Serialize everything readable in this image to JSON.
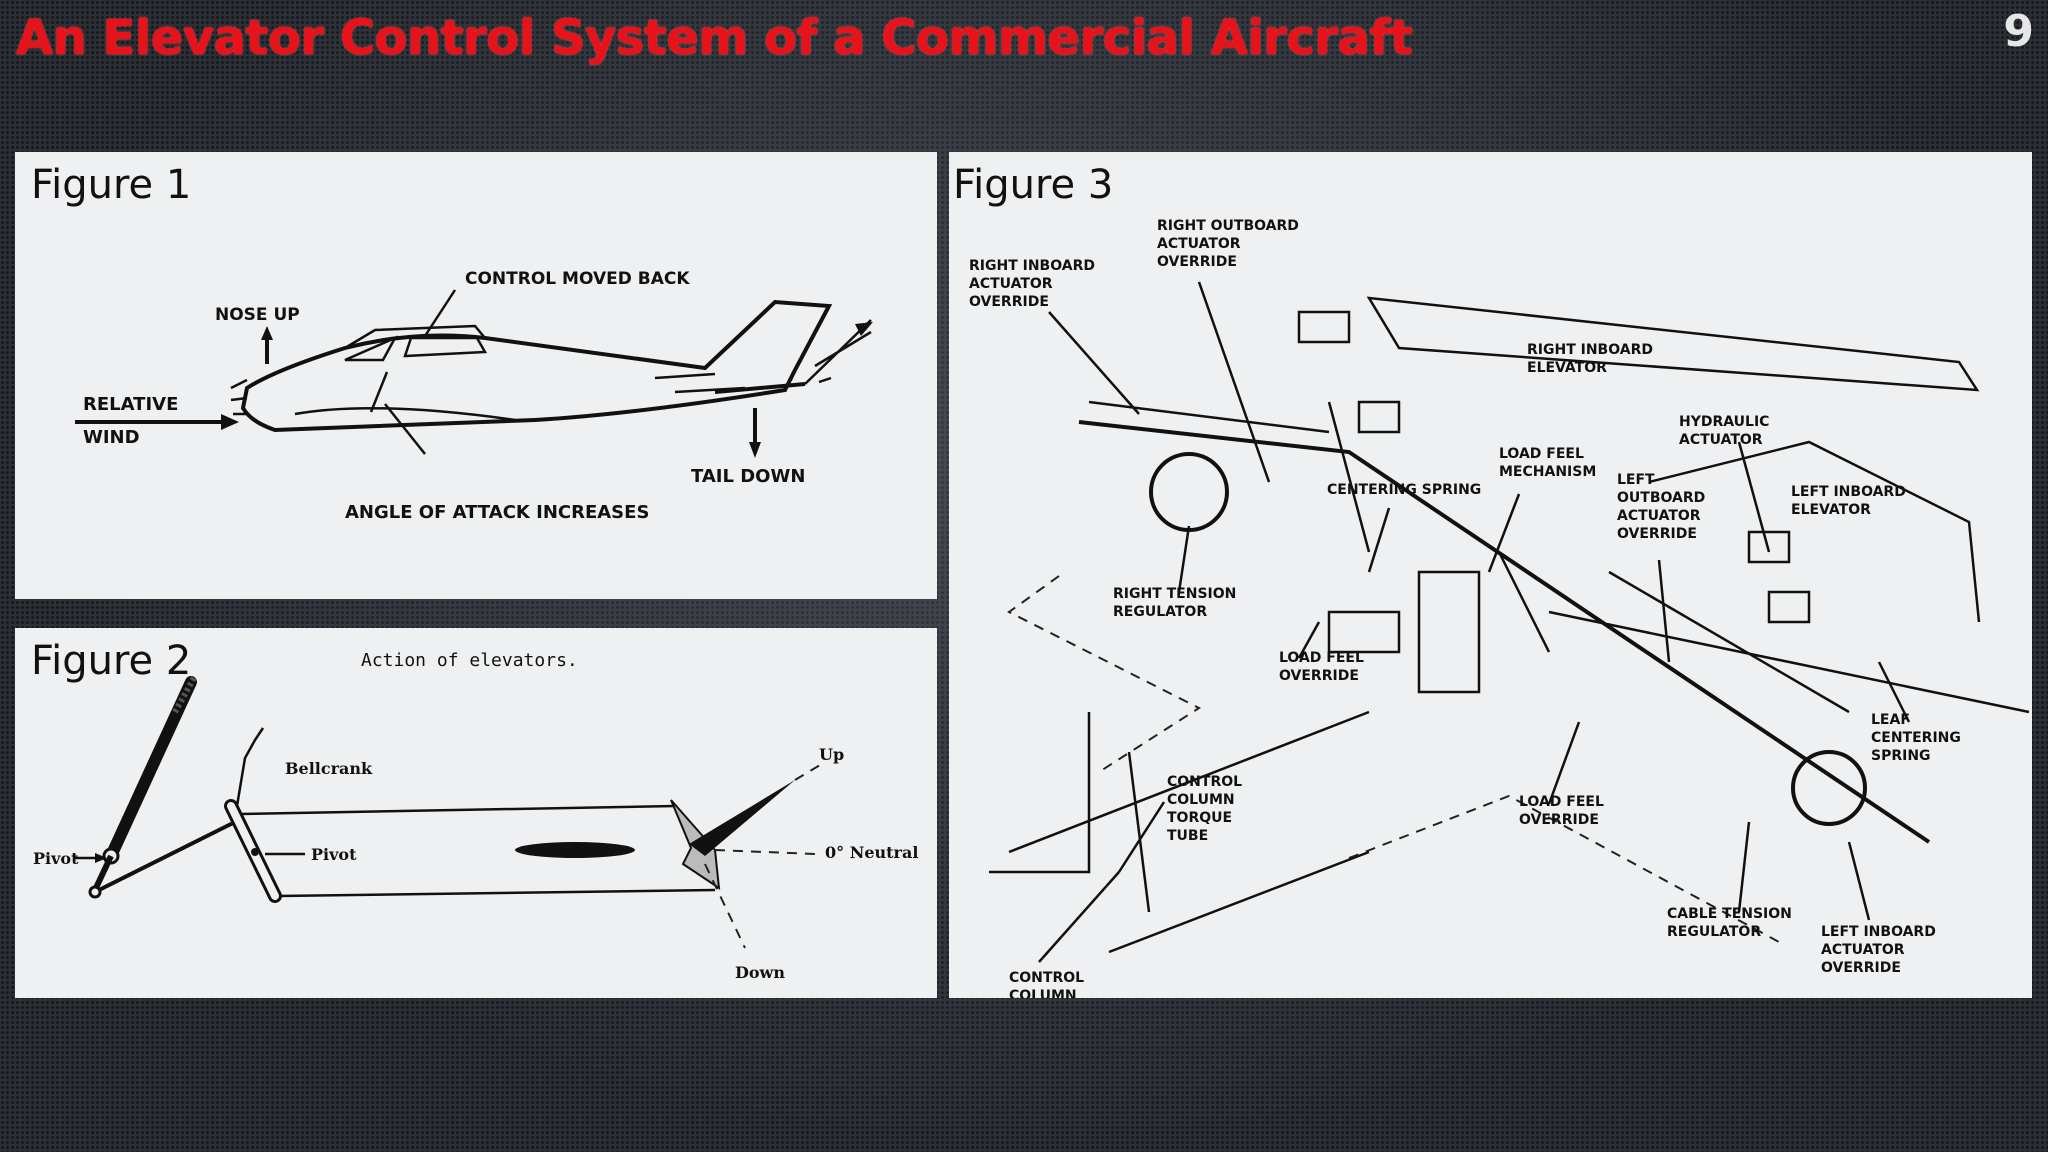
{
  "slide": {
    "title": "An Elevator Control System of a Commercial Aircraft",
    "number": "9"
  },
  "figure1": {
    "title": "Figure 1",
    "labels": {
      "nose_up": "NOSE UP",
      "control_moved_back": "CONTROL MOVED BACK",
      "relative": "RELATIVE",
      "wind": "WIND",
      "tail_down": "TAIL DOWN",
      "angle_of_attack": "ANGLE OF ATTACK INCREASES"
    }
  },
  "figure2": {
    "title": "Figure 2",
    "caption": "Action of elevators.",
    "labels": {
      "bellcrank": "Bellcrank",
      "pivot_left": "Pivot",
      "pivot_mid": "Pivot",
      "up": "Up",
      "neutral": "0° Neutral",
      "down": "Down"
    }
  },
  "figure3": {
    "title": "Figure 3",
    "labels": {
      "rio": [
        "RIGHT INBOARD",
        "ACTUATOR",
        "OVERRIDE"
      ],
      "roo": [
        "RIGHT OUTBOARD",
        "ACTUATOR",
        "OVERRIDE"
      ],
      "rie": [
        "RIGHT INBOARD",
        "ELEVATOR"
      ],
      "ha": [
        "HYDRAULIC",
        "ACTUATOR"
      ],
      "cs": [
        "CENTERING SPRING"
      ],
      "lfm": [
        "LOAD FEEL",
        "MECHANISM"
      ],
      "loo": [
        "LEFT",
        "OUTBOARD",
        "ACTUATOR",
        "OVERRIDE"
      ],
      "lie": [
        "LEFT INBOARD",
        "ELEVATOR"
      ],
      "rtr": [
        "RIGHT TENSION",
        "REGULATOR"
      ],
      "lfo1": [
        "LOAD FEEL",
        "OVERRIDE"
      ],
      "lcs": [
        "LEAF",
        "CENTERING",
        "SPRING"
      ],
      "cctt": [
        "CONTROL",
        "COLUMN",
        "TORQUE",
        "TUBE"
      ],
      "lfo2": [
        "LOAD FEEL",
        "OVERRIDE"
      ],
      "ctr": [
        "CABLE TENSION",
        "REGULATOR"
      ],
      "lio": [
        "LEFT INBOARD",
        "ACTUATOR",
        "OVERRIDE"
      ],
      "cc": [
        "CONTROL",
        "COLUMN"
      ]
    }
  }
}
